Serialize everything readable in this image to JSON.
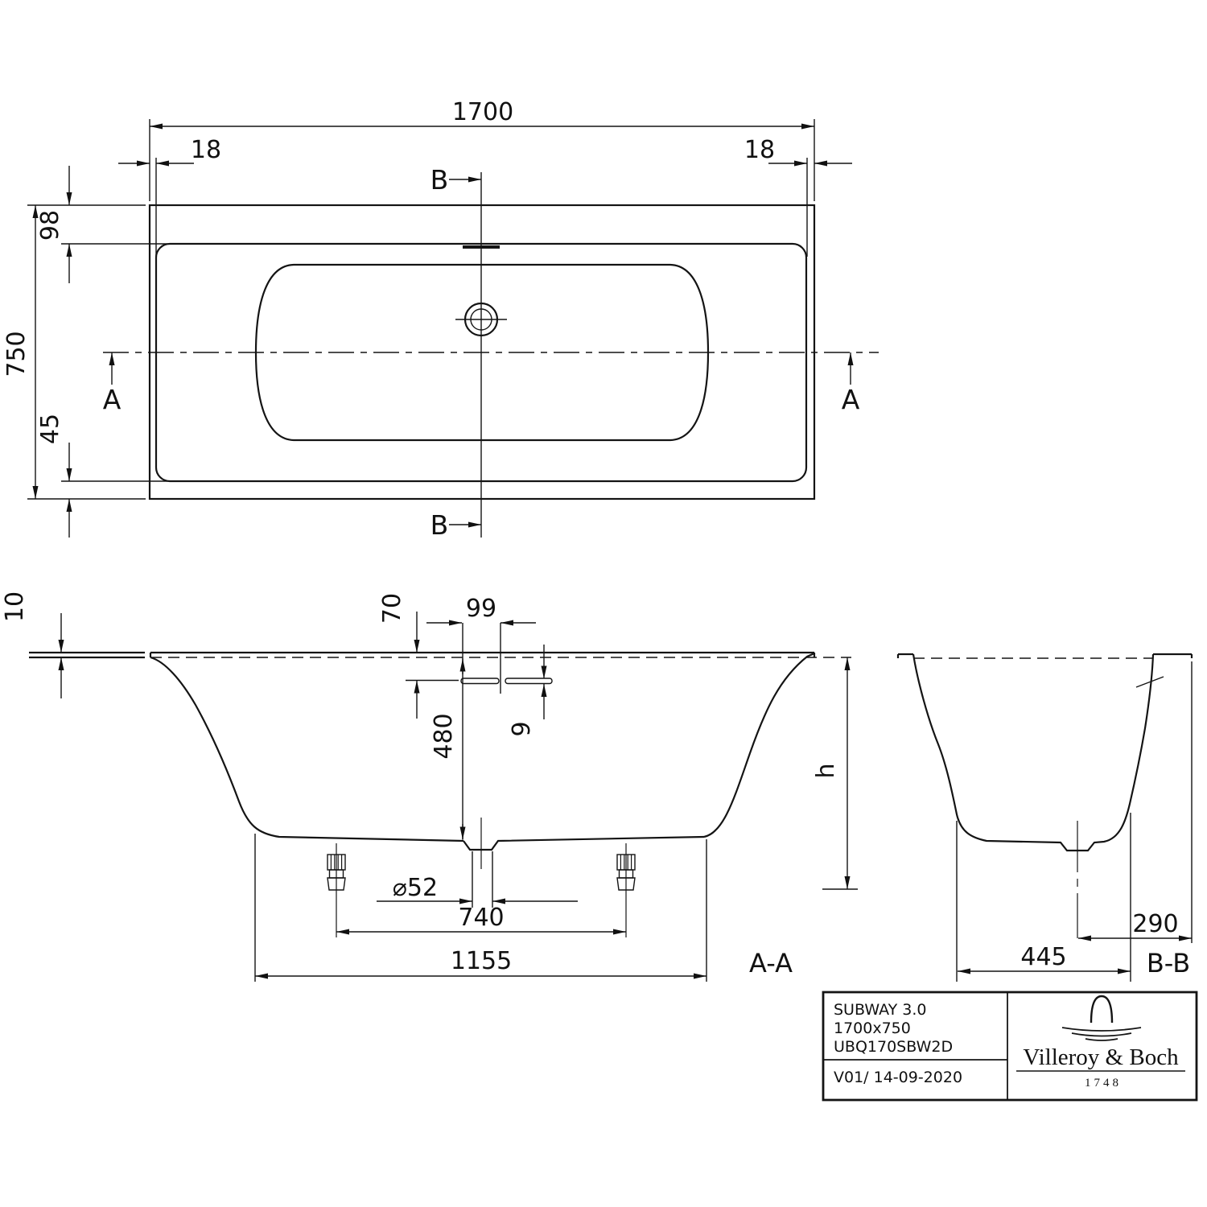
{
  "plan": {
    "width": "1700",
    "inset_left": "18",
    "inset_right": "18",
    "rim_top": "98",
    "overall_height": "750",
    "rim_bottom": "45",
    "section_a": "A",
    "section_b": "B"
  },
  "section_aa": {
    "label": "A-A",
    "rim_lip": "10",
    "overflow_drop": "70",
    "overflow_width": "99",
    "overflow_height": "9",
    "depth": "480",
    "drain_diameter": "⌀52",
    "drain_span": "740",
    "leg_span": "1155",
    "height": "h"
  },
  "section_bb": {
    "label": "B-B",
    "drain_offset": "290",
    "floor_width": "445"
  },
  "title_block": {
    "model": "SUBWAY 3.0",
    "size": "1700x750",
    "article": "UBQ170SBW2D",
    "version": "V01/ 14-09-2020",
    "brand": "Villeroy & Boch",
    "founded": "1748"
  }
}
